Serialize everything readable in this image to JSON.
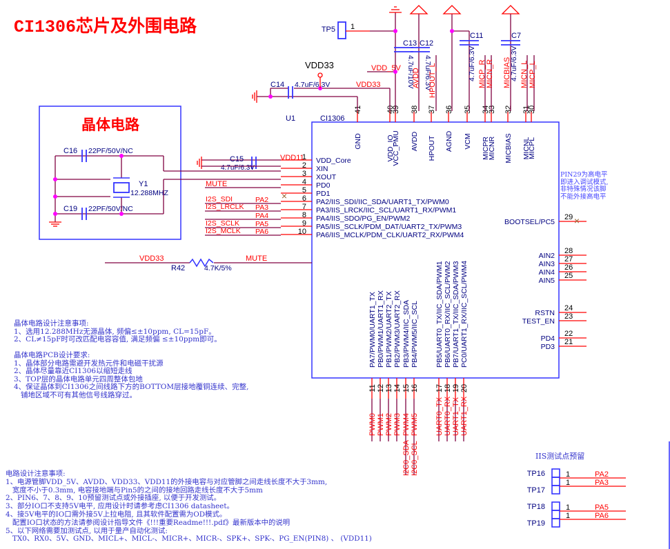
{
  "title": "CI1306芯片及外围电路",
  "crystal_block": {
    "title": "晶体电路",
    "c16": {
      "ref": "C16",
      "value": "22PF/50V/NC"
    },
    "c19": {
      "ref": "C19",
      "value": "22PF/50V/NC"
    },
    "y1": {
      "ref": "Y1",
      "value": "12.288MHZ"
    }
  },
  "chip": {
    "ref": "U1",
    "part": "CI1306",
    "left_pins": [
      {
        "num": "1",
        "name": "VDD_Core",
        "net": "VDD11",
        "alias": ""
      },
      {
        "num": "2",
        "name": "XIN",
        "net": "",
        "alias": ""
      },
      {
        "num": "3",
        "name": "XOUT",
        "net": "",
        "alias": ""
      },
      {
        "num": "4",
        "name": "PD0",
        "net": "MUTE",
        "alias": ""
      },
      {
        "num": "5",
        "name": "PD1",
        "net": "",
        "alias": ""
      },
      {
        "num": "6",
        "name": "PA2/IIS_SDI/IIC_SDA/UART1_TX/PWM0",
        "net": "I2S_SDI",
        "alias": "PA2"
      },
      {
        "num": "7",
        "name": "PA3/IIS_LRCK/IIC_SCL/UART1_RX/PWM1",
        "net": "I2S_LRCLK",
        "alias": "PA3"
      },
      {
        "num": "8",
        "name": "PA4/IIS_SDO/PG_EN/PWM2",
        "net": "",
        "alias": "PA4"
      },
      {
        "num": "9",
        "name": "PA5/IIS_SCLK/PDM_DAT/UART2_TX/PWM3",
        "net": "I2S_SCLK",
        "alias": "PA5"
      },
      {
        "num": "10",
        "name": "PA6/IIS_MCLK/PDM_CLK/UART2_RX/PWM4",
        "net": "I2S_MCLK",
        "alias": "PA6"
      }
    ],
    "top_pins": [
      {
        "num": "41",
        "name": "GND"
      },
      {
        "num": "40",
        "name": "VDD_IO"
      },
      {
        "num": "39",
        "name": "VCC_PMU"
      },
      {
        "num": "38",
        "name": "AVDD"
      },
      {
        "num": "37",
        "name": "HPOUT"
      },
      {
        "num": "36",
        "name": "AGND"
      },
      {
        "num": "35",
        "name": "VCM"
      },
      {
        "num": "34",
        "name": "MICPR"
      },
      {
        "num": "33",
        "name": "MICNR"
      },
      {
        "num": "32",
        "name": "MICBIAS"
      },
      {
        "num": "31",
        "name": "MICNL"
      },
      {
        "num": "30",
        "name": "MICPL"
      }
    ],
    "right_pins": [
      {
        "num": "29",
        "name": "BOOTSEL/PC5"
      },
      {
        "num": "28",
        "name": "AIN2"
      },
      {
        "num": "27",
        "name": "AIN3"
      },
      {
        "num": "26",
        "name": "AIN4"
      },
      {
        "num": "25",
        "name": "AIN5"
      },
      {
        "num": "24",
        "name": "RSTN"
      },
      {
        "num": "23",
        "name": "TEST_EN"
      },
      {
        "num": "22",
        "name": "PD4"
      },
      {
        "num": "21",
        "name": "PD3"
      }
    ],
    "bottom_pins": [
      {
        "num": "11",
        "name": "PA7/PWM0/UART1_TX",
        "net": "PWM0"
      },
      {
        "num": "12",
        "name": "PB0/PWM1/UART1_RX",
        "net": "PWM1"
      },
      {
        "num": "13",
        "name": "PB1/PWM2/UART2_TX",
        "net": "PWM2"
      },
      {
        "num": "14",
        "name": "PB2/PWM3/UART2_RX",
        "net": "PWM3"
      },
      {
        "num": "15",
        "name": "PB3/PWM4/IIC_SDA",
        "net": "PWM4",
        "net2": "I2C0_SDA"
      },
      {
        "num": "16",
        "name": "PB4/PWM5/IIC_SCL",
        "net": "PWM5",
        "net2": "I2C0_SCL"
      },
      {
        "num": "17",
        "name": "PB5/UART0_TX/IIC_SDA/PWM1",
        "net": "UART0_TX"
      },
      {
        "num": "18",
        "name": "PB6/UART0_RX/IIC_SCL/PWM2",
        "net": "UART0_RX"
      },
      {
        "num": "19",
        "name": "PB7/UART1_TX/IIC_SDA/PWM3",
        "net": "UART1_TX"
      },
      {
        "num": "20",
        "name": "PC0/UART1_RX/IIC_SCL/PWM4",
        "net": "UART1_RX"
      }
    ]
  },
  "components": {
    "tp5": {
      "ref": "TP5",
      "pin": "1"
    },
    "c13": {
      "ref": "C13",
      "value": "4.7uF/10V"
    },
    "c12": {
      "ref": "C12",
      "value": "4.7uF/6.3V"
    },
    "c11": {
      "ref": "C11",
      "value": "4.7uF/6.3V"
    },
    "c7": {
      "ref": "C7",
      "value": "4.7uF/6.3V"
    },
    "c14": {
      "ref": "C14",
      "value": "4.7uF/6.3V"
    },
    "c15": {
      "ref": "C15",
      "value": "4.7uF/6.3V"
    },
    "r42": {
      "ref": "R42",
      "value": "4.7K/5%",
      "net_left": "VDD33",
      "net_right": "MUTE"
    },
    "vdd33_port": "VDD33"
  },
  "nets": {
    "vdd_5v": "VDD_5V",
    "avdd": "AVDD",
    "hpout_l": "HPOUT_L",
    "micp_r": "MICP_R",
    "micn_r": "MICN_R",
    "micbias": "MICBIAS",
    "micn_l": "MICN_L",
    "micp_l": "MICP_L",
    "vdd33": "VDD33",
    "vdd11": "VDD11"
  },
  "pin29_note": "PIN29为高电平\n即进入调试模式,\n非特殊情况该脚\n不能外接高电平",
  "crystal_notes": "晶体电路设计注意事项:\n1、选用12.288MHz无源晶体, 频偏≤±10ppm, CL=15pF。\n2、CL≠15pF时可改匹配电容容值, 满足频偏 ≤±10ppm即可。\n\n晶体电路PCB设计要求:\n1、晶体部分电路需避开发热元件和电磁干扰源\n2、晶体尽量靠近CI1306以缩短走线\n3、TOP层的晶体电路单元四周整体包地\n4、保证晶体到CI1306之间线路下方的BOTTOM层接地覆铜连续、完整,\n   铺地区域不可有其他信号线路穿过。",
  "circuit_notes": "电路设计注意事项:\n1、电源管脚VDD_5V、AVDD、VDD33、VDD11的外接电容与对应管脚之间走线长度不大于3mm,\n   宽度不小于0.3mm, 电容接地端与Pin5的之间的接地回路走线长度不大于5mm\n2、PIN6、7、8、9、10预留测试点或外接插座, 以便于开发测试。\n3、部分IO口不支持5V电平, 应用设计时请参考虑CI1306 datasheet。\n4、接5V电平的IO口需外接5V上拉电阻, 且其软件配置需为OD模式。\n   配置IO口状态的方法请参阅设计指导文件《!!!重要Readme!!!.pdf》最新版本中的说明\n5、以下网络需要加测试点, 以用于量产自动化测试:\n   TX0、RX0、5V、GND、MICL+、MICL-、MICR+、MICR-、SPK+、SPK-、PG_EN(PIN8) 、 (VDD11)",
  "iis_testpoints": {
    "title": "IIS测试点预留",
    "points": [
      {
        "ref": "TP16",
        "pin": "1",
        "net": "PA2"
      },
      {
        "ref": "TP17",
        "pin": "1",
        "net": "PA3"
      },
      {
        "ref": "TP18",
        "pin": "1",
        "net": "PA5"
      },
      {
        "ref": "TP19",
        "pin": "1",
        "net": "PA6"
      }
    ]
  },
  "colors": {
    "wire": "#800040",
    "pin": "#ff0000",
    "body": "#3333ff",
    "label": "#000080",
    "net": "#ff0000",
    "junction": "#ff00ff"
  }
}
